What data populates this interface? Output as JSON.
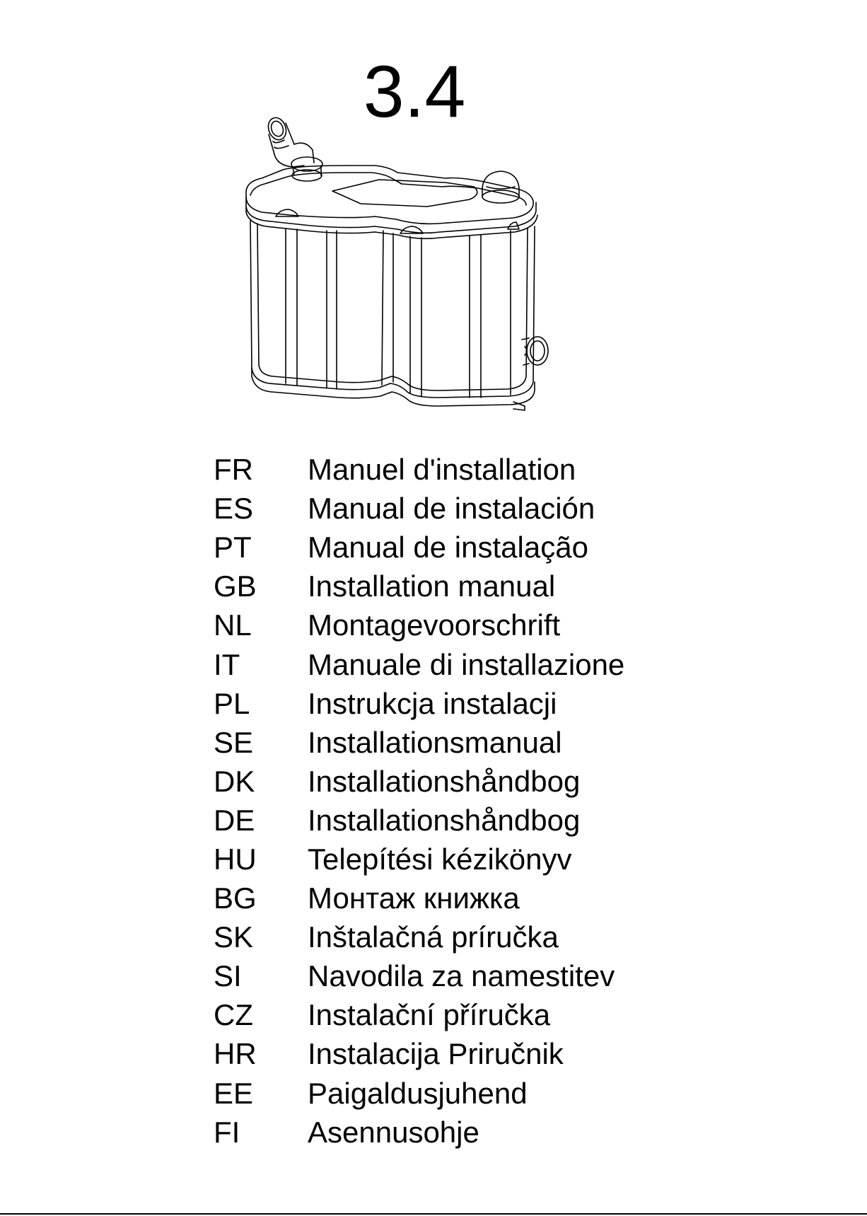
{
  "document": {
    "model_number": "3.4",
    "illustration": "pump-tank-drawing",
    "languages": [
      {
        "code": "FR",
        "title": "Manuel d'installation"
      },
      {
        "code": "ES",
        "title": "Manual de instalación"
      },
      {
        "code": "PT",
        "title": "Manual de instalação"
      },
      {
        "code": "GB",
        "title": "Installation manual"
      },
      {
        "code": "NL",
        "title": "Montagevoorschrift"
      },
      {
        "code": "IT",
        "title": "Manuale di installazione"
      },
      {
        "code": "PL",
        "title": "Instrukcja instalacji"
      },
      {
        "code": "SE",
        "title": "Installationsmanual"
      },
      {
        "code": "DK",
        "title": "Installationshåndbog"
      },
      {
        "code": "DE",
        "title": "Installationshåndbog"
      },
      {
        "code": "HU",
        "title": "Telepítési kézikönyv"
      },
      {
        "code": "BG",
        "title": "Монтаж книжка"
      },
      {
        "code": "SK",
        "title": "Inštalačná príručka"
      },
      {
        "code": "SI",
        "title": "Navodila za namestitev"
      },
      {
        "code": "CZ",
        "title": "Instalační příručka"
      },
      {
        "code": "HR",
        "title": "Instalacija Priručnik"
      },
      {
        "code": "EE",
        "title": "Paigaldusjuhend"
      },
      {
        "code": "FI",
        "title": "Asennusohje"
      }
    ]
  }
}
